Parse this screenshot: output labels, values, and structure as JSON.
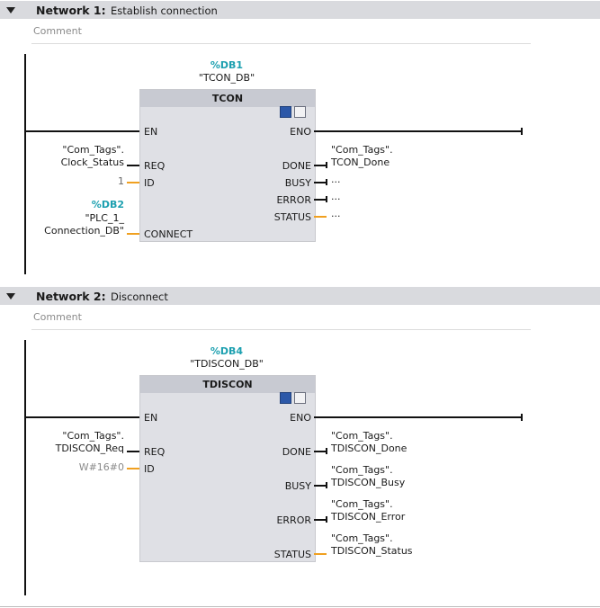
{
  "networks": [
    {
      "title": "Network 1:",
      "description": "Establish connection",
      "comment_placeholder": "Comment",
      "instance_db": "%DB1",
      "instance_name": "\"TCON_DB\"",
      "block_name": "TCON",
      "pins_in": [
        "EN",
        "REQ",
        "ID",
        "CONNECT"
      ],
      "pins_out": [
        "ENO",
        "DONE",
        "BUSY",
        "ERROR",
        "STATUS"
      ],
      "req_operand_line1": "\"Com_Tags\".",
      "req_operand_line2": "Clock_Status",
      "id_operand": "1",
      "connect_db": "%DB2",
      "connect_line1": "\"PLC_1_",
      "connect_line2": "Connection_DB\"",
      "done_line1": "\"Com_Tags\".",
      "done_line2": "TCON_Done",
      "busy_operand": "...",
      "error_operand": "...",
      "status_operand": "..."
    },
    {
      "title": "Network 2:",
      "description": "Disconnect",
      "comment_placeholder": "Comment",
      "instance_db": "%DB4",
      "instance_name": "\"TDISCON_DB\"",
      "block_name": "TDISCON",
      "pins_in": [
        "EN",
        "REQ",
        "ID"
      ],
      "pins_out": [
        "ENO",
        "DONE",
        "BUSY",
        "ERROR",
        "STATUS"
      ],
      "req_operand_line1": "\"Com_Tags\".",
      "req_operand_line2": "TDISCON_Req",
      "id_operand": "W#16#0",
      "done_line1": "\"Com_Tags\".",
      "done_line2": "TDISCON_Done",
      "busy_line1": "\"Com_Tags\".",
      "busy_line2": "TDISCON_Busy",
      "error_line1": "\"Com_Tags\".",
      "error_line2": "TDISCON_Error",
      "status_line1": "\"Com_Tags\".",
      "status_line2": "TDISCON_Status"
    }
  ],
  "icons": [
    "block-view-icon",
    "monitor-icon"
  ],
  "colors": {
    "header_bg": "#d9dade",
    "block_bg": "#dfe0e5",
    "db_accent": "#1da0b0",
    "wire_orange": "#f0a020"
  }
}
